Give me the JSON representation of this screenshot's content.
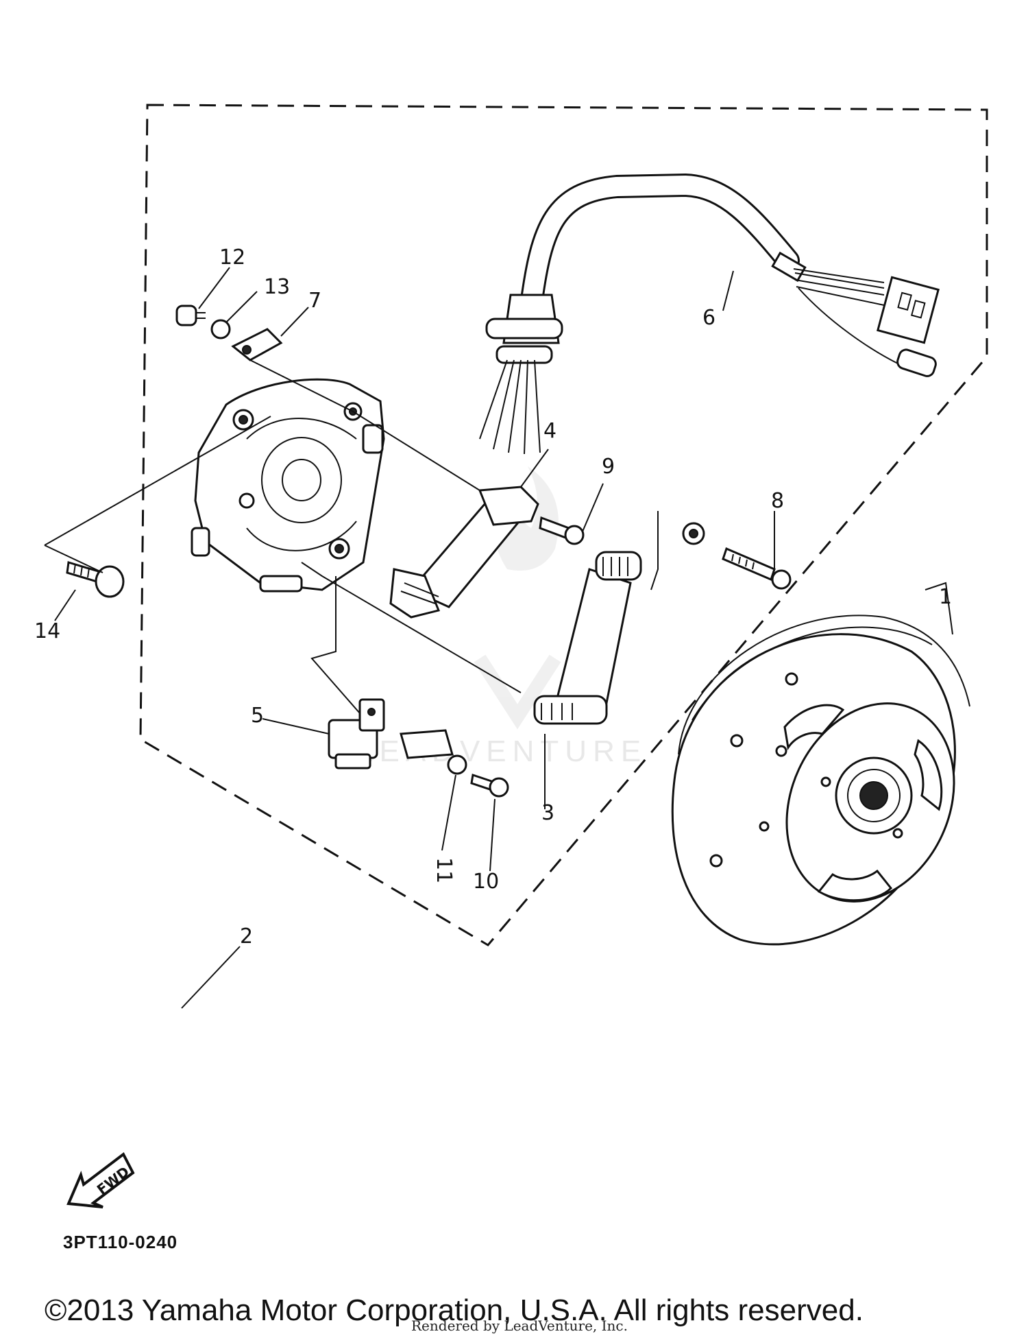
{
  "diagram": {
    "callouts": [
      {
        "id": "1",
        "label": "1"
      },
      {
        "id": "2",
        "label": "2"
      },
      {
        "id": "3",
        "label": "3"
      },
      {
        "id": "4",
        "label": "4"
      },
      {
        "id": "5",
        "label": "5"
      },
      {
        "id": "6",
        "label": "6"
      },
      {
        "id": "7",
        "label": "7"
      },
      {
        "id": "8",
        "label": "8"
      },
      {
        "id": "9",
        "label": "9"
      },
      {
        "id": "10",
        "label": "10"
      },
      {
        "id": "11",
        "label": "11"
      },
      {
        "id": "12",
        "label": "12"
      },
      {
        "id": "13",
        "label": "13"
      },
      {
        "id": "14",
        "label": "14"
      }
    ],
    "fwd_label": "FWD",
    "diagram_code": "3PT110-0240",
    "watermark": "LEADVENTURE"
  },
  "footer": {
    "copyright": "©2013 Yamaha Motor Corporation, U.S.A. All rights reserved.",
    "rendered_by": "Rendered by LeadVenture, Inc."
  }
}
